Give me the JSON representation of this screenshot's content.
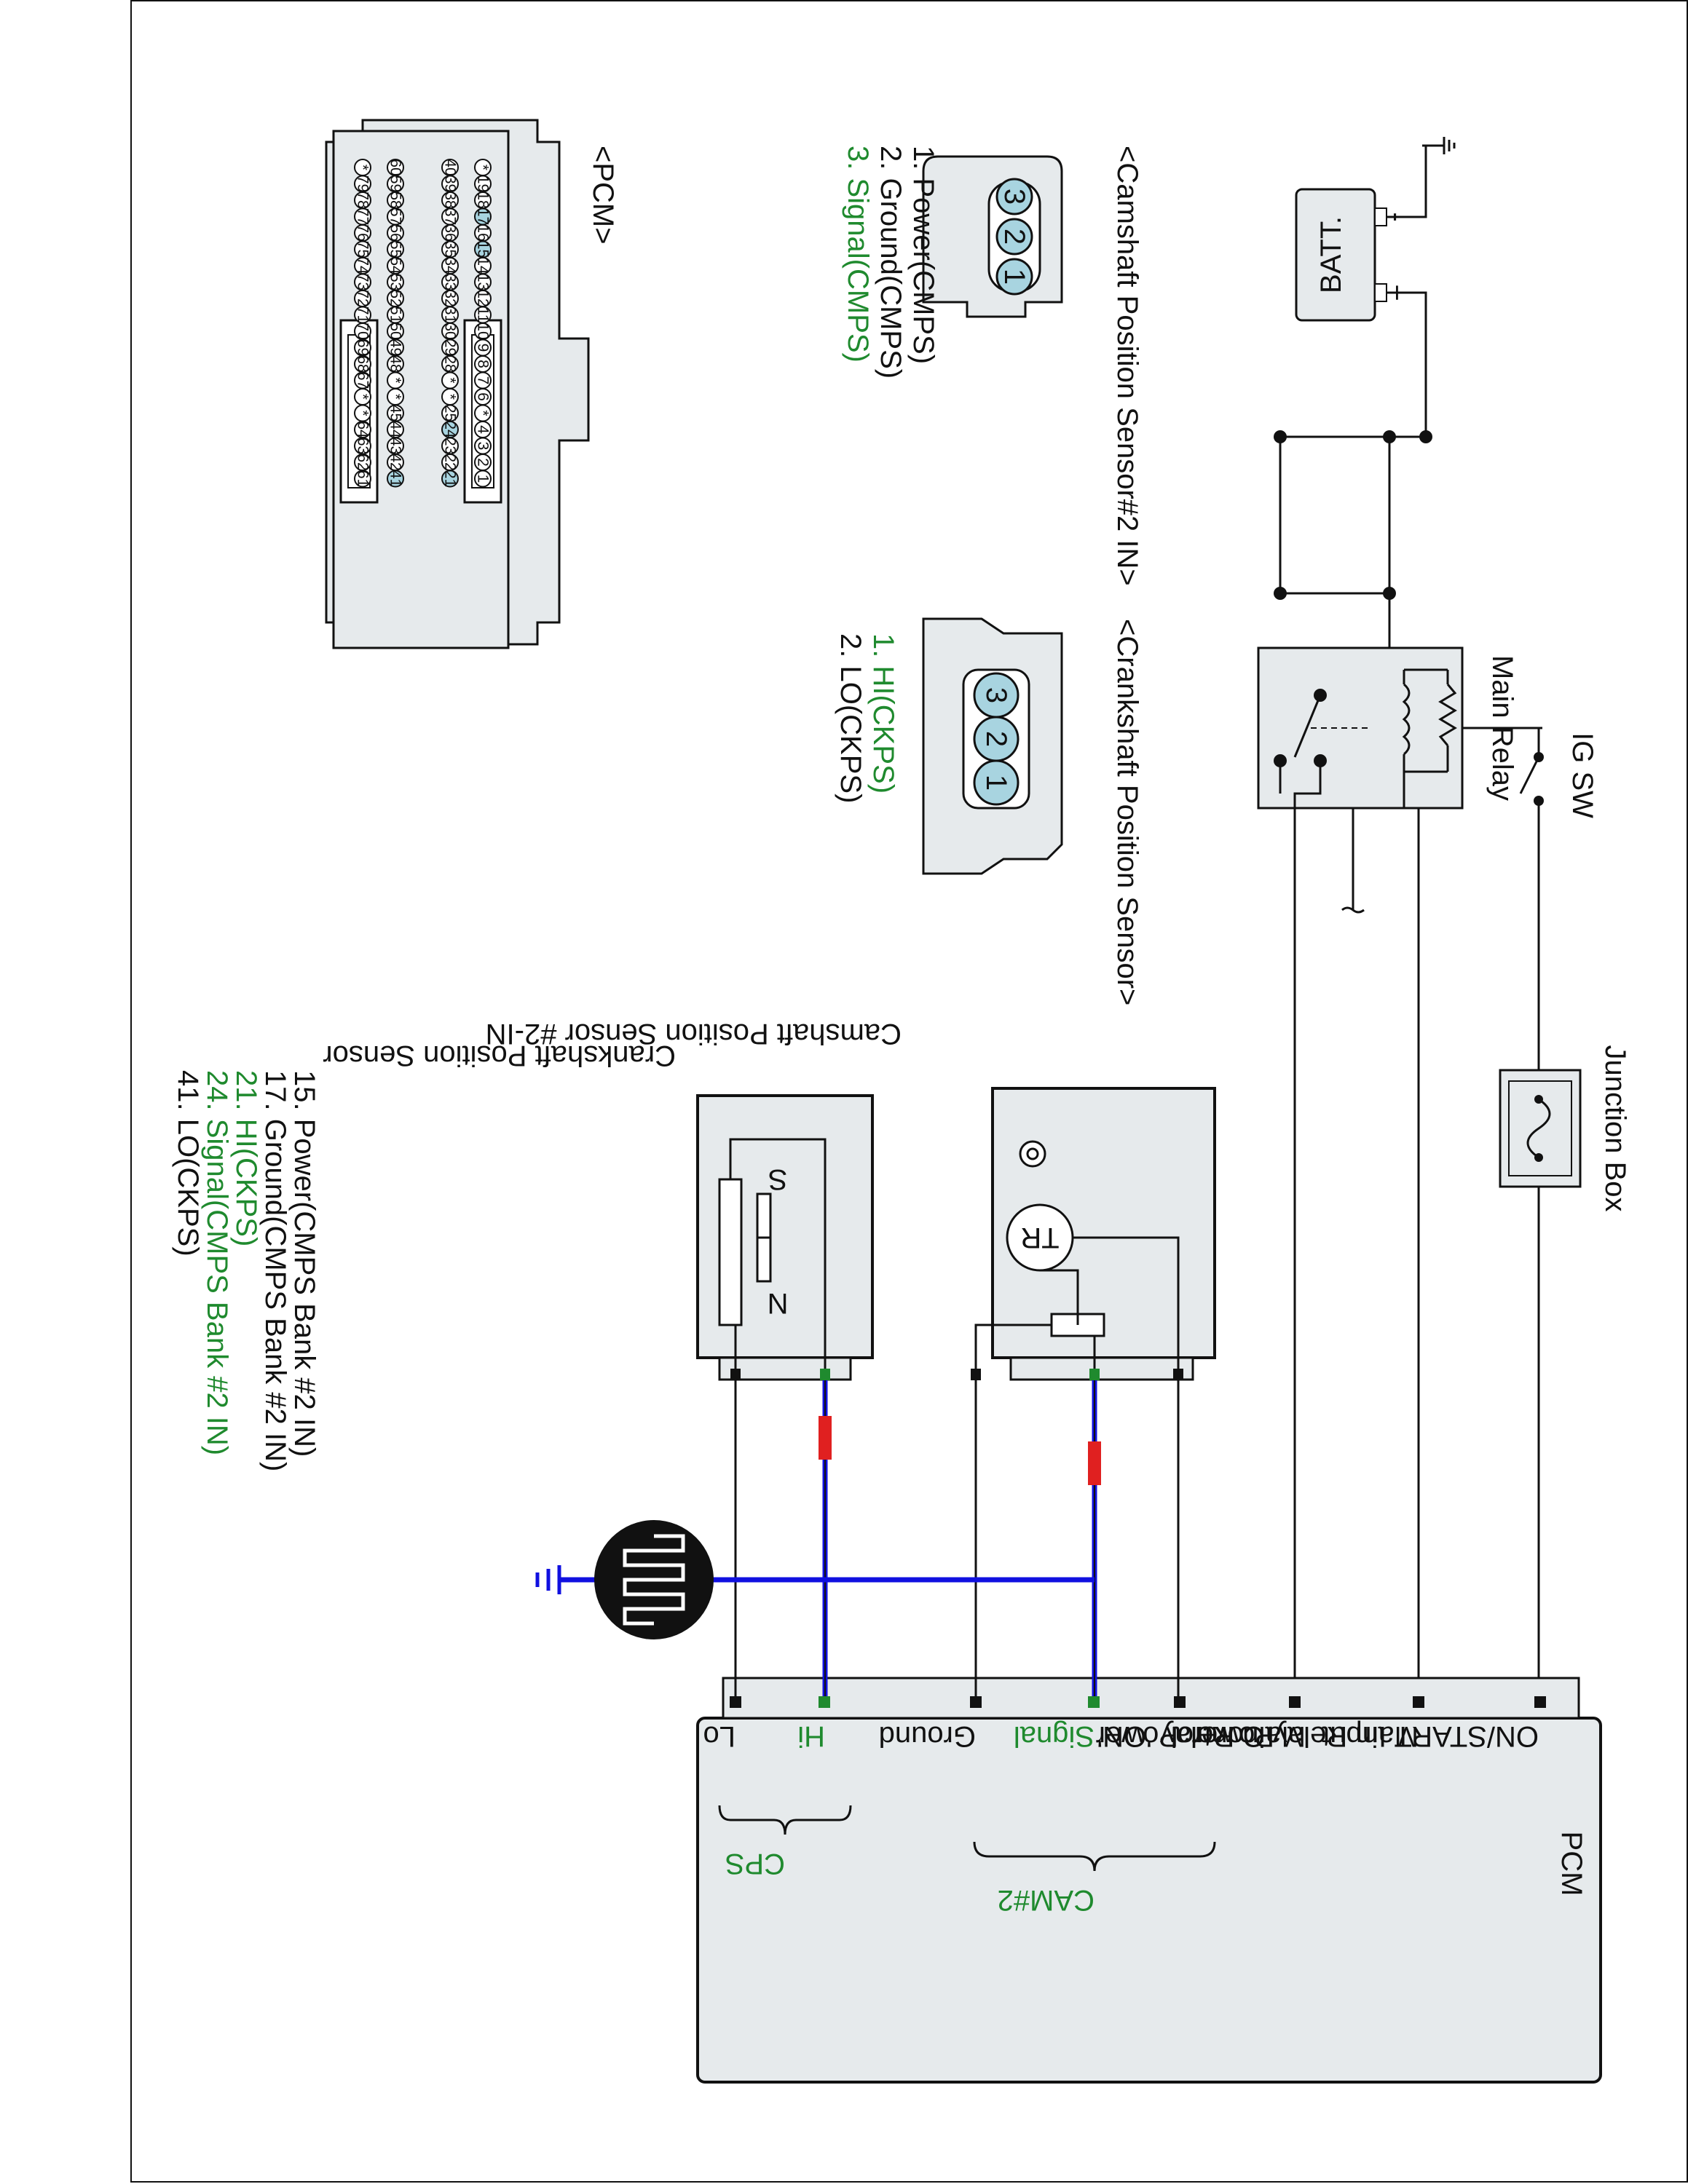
{
  "battery": {
    "label": "BATT.",
    "neg": "-",
    "pos": "+"
  },
  "ig_switch": {
    "label": "IG SW"
  },
  "main_relay": {
    "label": "Main Relay"
  },
  "junction_box": {
    "label": "Junction Box"
  },
  "cmp_connector": {
    "title": "<Camshaft Position Sensor#2 IN>",
    "pins": [
      "3",
      "2",
      "1"
    ],
    "legend": [
      "1. Power(CMPS)",
      "2. Ground(CMPS)",
      "3. Signal(CMPS)"
    ]
  },
  "ckp_connector": {
    "title": "<Crankshaft Position Sensor>",
    "pins": [
      "3",
      "2",
      "1"
    ],
    "legend": [
      "1. HI(CKPS)",
      "2. LO(CKPS)"
    ]
  },
  "pcm_connector": {
    "title": "<PCM>",
    "row1": [
      "*",
      "19",
      "18",
      "17",
      "16",
      "15",
      "14",
      "13",
      "12",
      "11",
      "10",
      "9",
      "8",
      "7",
      "6",
      "*",
      "4",
      "3",
      "2",
      "1"
    ],
    "row2": [
      "40",
      "39",
      "38",
      "37",
      "36",
      "35",
      "34",
      "33",
      "32",
      "31",
      "30",
      "29",
      "28",
      "*",
      "*",
      "25",
      "24",
      "23",
      "22",
      "21"
    ],
    "row3": [
      "60",
      "59",
      "58",
      "57",
      "56",
      "55",
      "54",
      "53",
      "52",
      "51",
      "50",
      "49",
      "48",
      "*",
      "*",
      "45",
      "44",
      "43",
      "42",
      "41"
    ],
    "row4": [
      "*",
      "79",
      "78",
      "77",
      "76",
      "75",
      "74",
      "73",
      "72",
      "71",
      "70",
      "69",
      "68",
      "67",
      "*",
      "*",
      "64",
      "63",
      "62",
      "61"
    ],
    "highlighted": [
      "17",
      "15",
      "24",
      "21",
      "41"
    ],
    "legend": [
      "15. Power(CMPS Bank #2 IN)",
      "17. Ground(CMPS Bank #2 IN)",
      "21. HI(CKPS)",
      "24. Signal(CMPS Bank #2 IN)",
      "41. LO(CKPS)"
    ]
  },
  "cmp_sensor": {
    "label": "Camshaft Position Sensor #2-IN",
    "tr": "TR"
  },
  "ckp_sensor": {
    "label": "Crankshaft Position Sensor",
    "s": "S",
    "n": "N"
  },
  "pcm_box": {
    "title": "PCM",
    "terminals": [
      "ON/START Input",
      "Main Relay Control",
      "Main Relay 'ON'",
      "Power",
      "Signal",
      "Ground",
      "Hi",
      "Lo"
    ],
    "group_cam": "CAM#2",
    "group_cps": "CPS"
  },
  "colors": {
    "wire": "#111111",
    "shield": "#1010e0",
    "connector_red": "#e02020",
    "green": "#1f8a2e",
    "pin_highlight": "#a8d4e0",
    "box_fill": "#e6eaec"
  }
}
